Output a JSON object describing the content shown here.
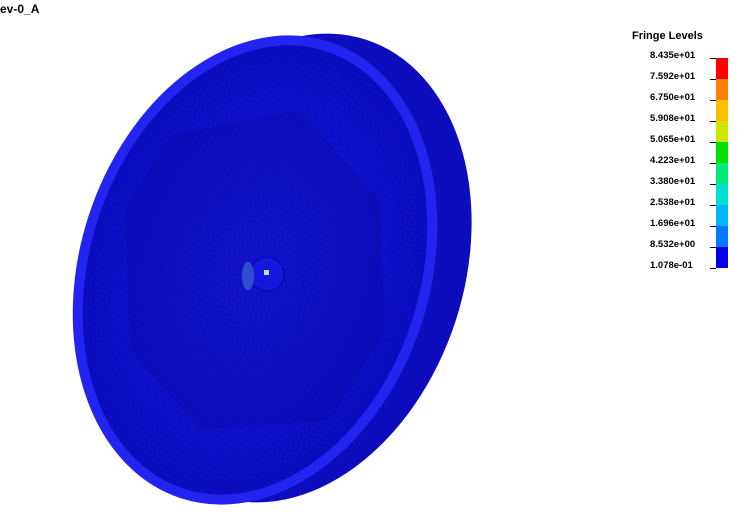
{
  "title": "ev-0_A",
  "legend": {
    "title": "Fringe Levels",
    "levels": [
      "8.435e+01",
      "7.592e+01",
      "6.750e+01",
      "5.908e+01",
      "5.065e+01",
      "4.223e+01",
      "3.380e+01",
      "2.538e+01",
      "1.696e+01",
      "8.532e+00",
      "1.078e-01"
    ],
    "colors": [
      "#ff0000",
      "#ff7f00",
      "#ffbf00",
      "#cfe600",
      "#00e000",
      "#00ea7a",
      "#00e0d0",
      "#00b4ff",
      "#0078ff",
      "#0000e6"
    ]
  },
  "colors": {
    "part": "#1010d8",
    "part_dark": "#0a0aa8",
    "part_rim": "#1818e6"
  }
}
